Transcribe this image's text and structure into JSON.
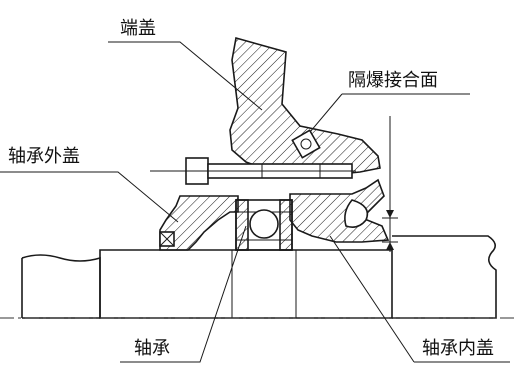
{
  "labels": {
    "end_cover": "端盖",
    "flameproof_joint_surface": "隔爆接合面",
    "bearing_outer_cover": "轴承外盖",
    "bearing": "轴承",
    "bearing_inner_cover": "轴承内盖"
  }
}
